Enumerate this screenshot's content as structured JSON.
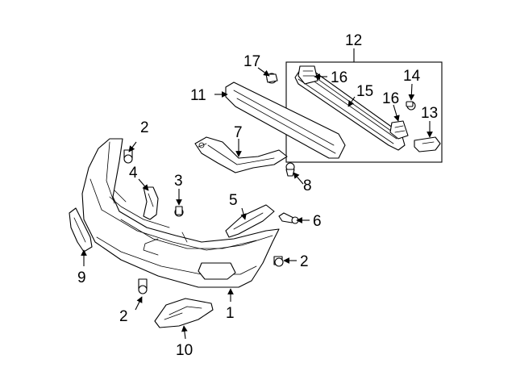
{
  "diagram": {
    "callouts": {
      "c1": "1",
      "c2a": "2",
      "c2b": "2",
      "c2c": "2",
      "c3": "3",
      "c4": "4",
      "c5": "5",
      "c6": "6",
      "c7": "7",
      "c8": "8",
      "c9": "9",
      "c10": "10",
      "c11": "11",
      "c12": "12",
      "c13": "13",
      "c14": "14",
      "c15": "15",
      "c16a": "16",
      "c16b": "16",
      "c17": "17"
    },
    "colors": {
      "line": "#000000",
      "background": "#ffffff"
    }
  }
}
